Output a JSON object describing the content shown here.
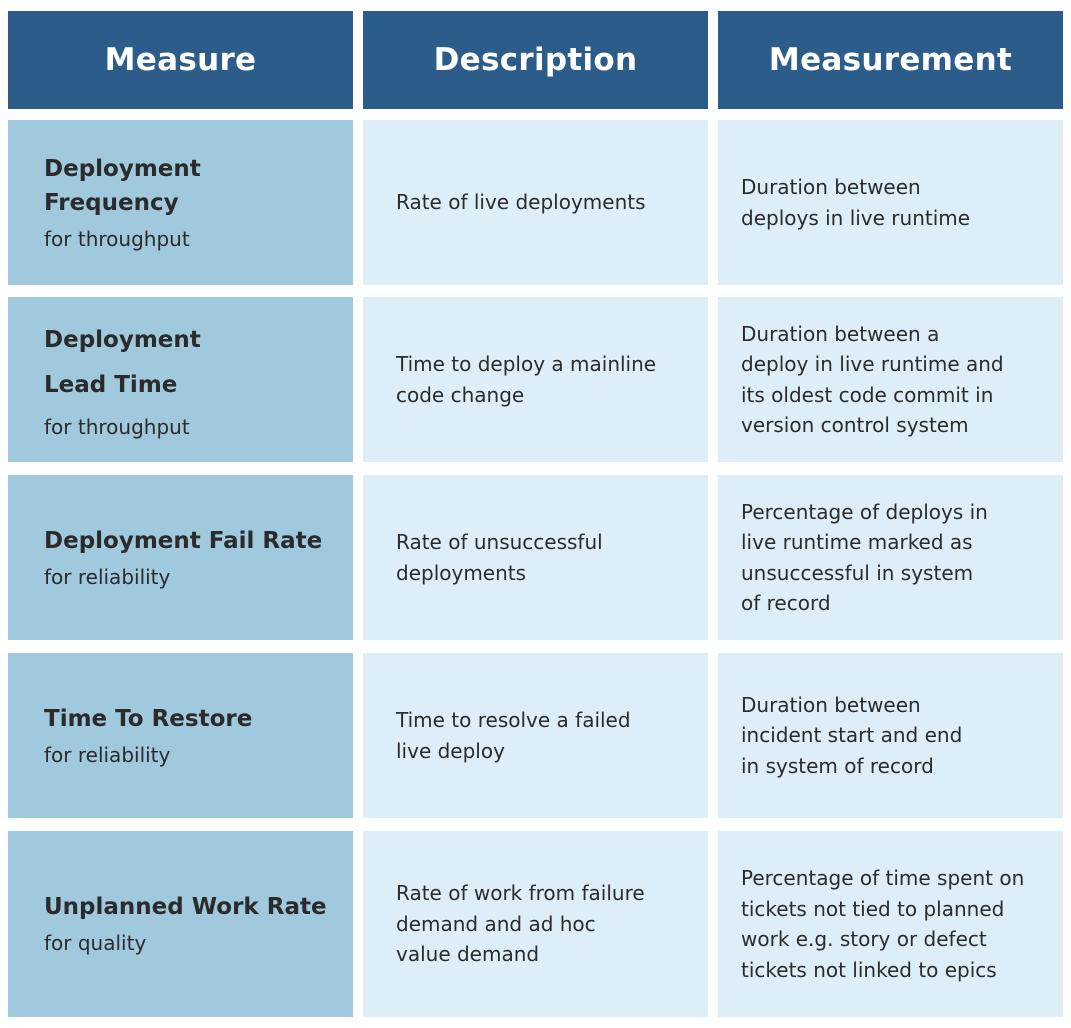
{
  "header": {
    "measure": "Measure",
    "description": "Description",
    "measurement": "Measurement"
  },
  "rows": [
    {
      "measure": "Deployment\nFrequency",
      "subtitle": "for throughput",
      "description": "Rate of live deployments",
      "measurement": "Duration between\ndeploys in live runtime"
    },
    {
      "measure": "Deployment\nLead Time",
      "subtitle": "for throughput",
      "description": "Time to deploy a mainline\ncode change",
      "measurement": "Duration between a\ndeploy in live runtime and\nits oldest code commit in\nversion control system"
    },
    {
      "measure": "Deployment Fail Rate",
      "subtitle": "for reliability",
      "description": "Rate of unsuccessful\ndeployments",
      "measurement": "Percentage of deploys in\nlive runtime marked as\nunsuccessful in system\nof record"
    },
    {
      "measure": "Time To Restore",
      "subtitle": "for reliability",
      "description": "Time to resolve a failed\nlive deploy",
      "measurement": "Duration between\nincident start and end\nin system of record"
    },
    {
      "measure": "Unplanned Work Rate",
      "subtitle": "for quality",
      "description": "Rate of work from failure\ndemand and ad hoc\nvalue demand",
      "measurement": "Percentage of time spent on\ntickets not tied to planned\nwork e.g. story or defect\ntickets not linked to epics"
    }
  ]
}
